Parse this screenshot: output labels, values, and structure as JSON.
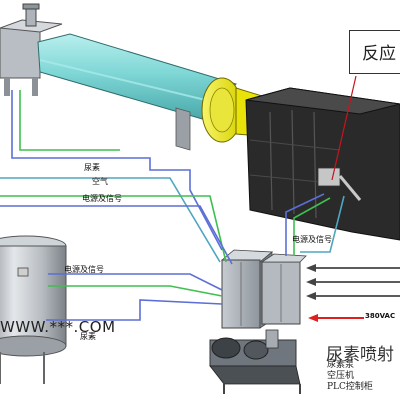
{
  "labels": {
    "reactor": "反应",
    "urea": "尿素",
    "air": "空气",
    "power_signal_top": "电源及信号",
    "power_signal_right": "电源及信号",
    "power_signal_tank": "电源及信号",
    "urea_bottom": "尿素",
    "voltage": "380VAC",
    "watermark": "WWW.***.COM",
    "system_title": "尿素喷射",
    "sub_items": [
      "尿素泵",
      "空压机",
      "PLC控制柜"
    ]
  },
  "colors": {
    "duct": "#7fd7d6",
    "flange": "#f2ee1b",
    "reactor": "#2b2b2b",
    "cabinet": "#9aa2aa",
    "arrow": "#e0201e",
    "line_blue": "#5b6fd6",
    "line_green": "#3fbf4f",
    "line_teal": "#4ea6c0"
  }
}
